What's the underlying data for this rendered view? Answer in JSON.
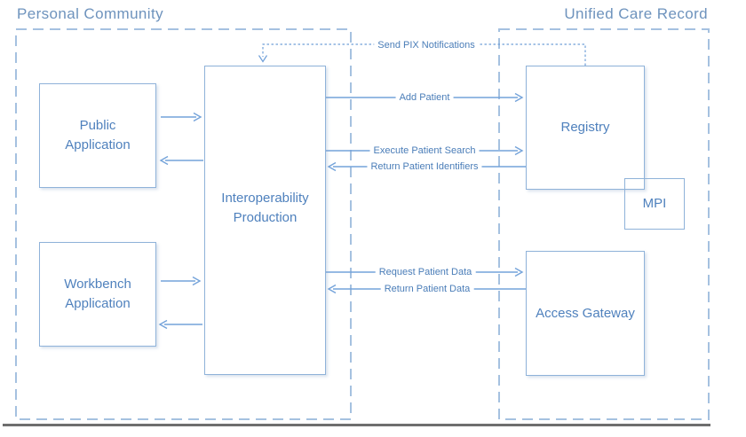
{
  "titles": {
    "personal_community": "Personal Community",
    "unified_care_record": "Unified Care Record"
  },
  "nodes": {
    "public_application": "Public Application",
    "workbench_application": "Workbench Application",
    "interoperability_production": "Interoperability Production",
    "registry": "Registry",
    "mpi": "MPI",
    "access_gateway": "Access Gateway"
  },
  "flows": [
    {
      "label": "Send PIX Notifications",
      "from": "Registry",
      "to": "Interoperability Production",
      "style": "dotted"
    },
    {
      "label": "Add Patient",
      "from": "Interoperability Production",
      "to": "Registry",
      "style": "solid"
    },
    {
      "label": "Execute Patient Search",
      "from": "Interoperability Production",
      "to": "Registry",
      "style": "solid"
    },
    {
      "label": "Return Patient Identifiers",
      "from": "Registry",
      "to": "Interoperability Production",
      "style": "solid"
    },
    {
      "label": "Request Patient Data",
      "from": "Interoperability Production",
      "to": "Access Gateway",
      "style": "solid"
    },
    {
      "label": "Return Patient Data",
      "from": "Access Gateway",
      "to": "Interoperability Production",
      "style": "solid"
    },
    {
      "label": "",
      "from": "Public Application",
      "to": "Interoperability Production",
      "style": "solid"
    },
    {
      "label": "",
      "from": "Interoperability Production",
      "to": "Public Application",
      "style": "solid"
    },
    {
      "label": "",
      "from": "Workbench Application",
      "to": "Interoperability Production",
      "style": "solid"
    },
    {
      "label": "",
      "from": "Interoperability Production",
      "to": "Workbench Application",
      "style": "solid"
    }
  ],
  "colors": {
    "title_text": "#6e93bd",
    "node_text": "#4f81bd",
    "node_border": "#8fb2d9",
    "zone_border": "#a5c1e0",
    "arrow": "#74a3da",
    "flow_label_text": "#4a7db8",
    "bottom_shadow": "#6e6e6e",
    "background": "#ffffff"
  }
}
